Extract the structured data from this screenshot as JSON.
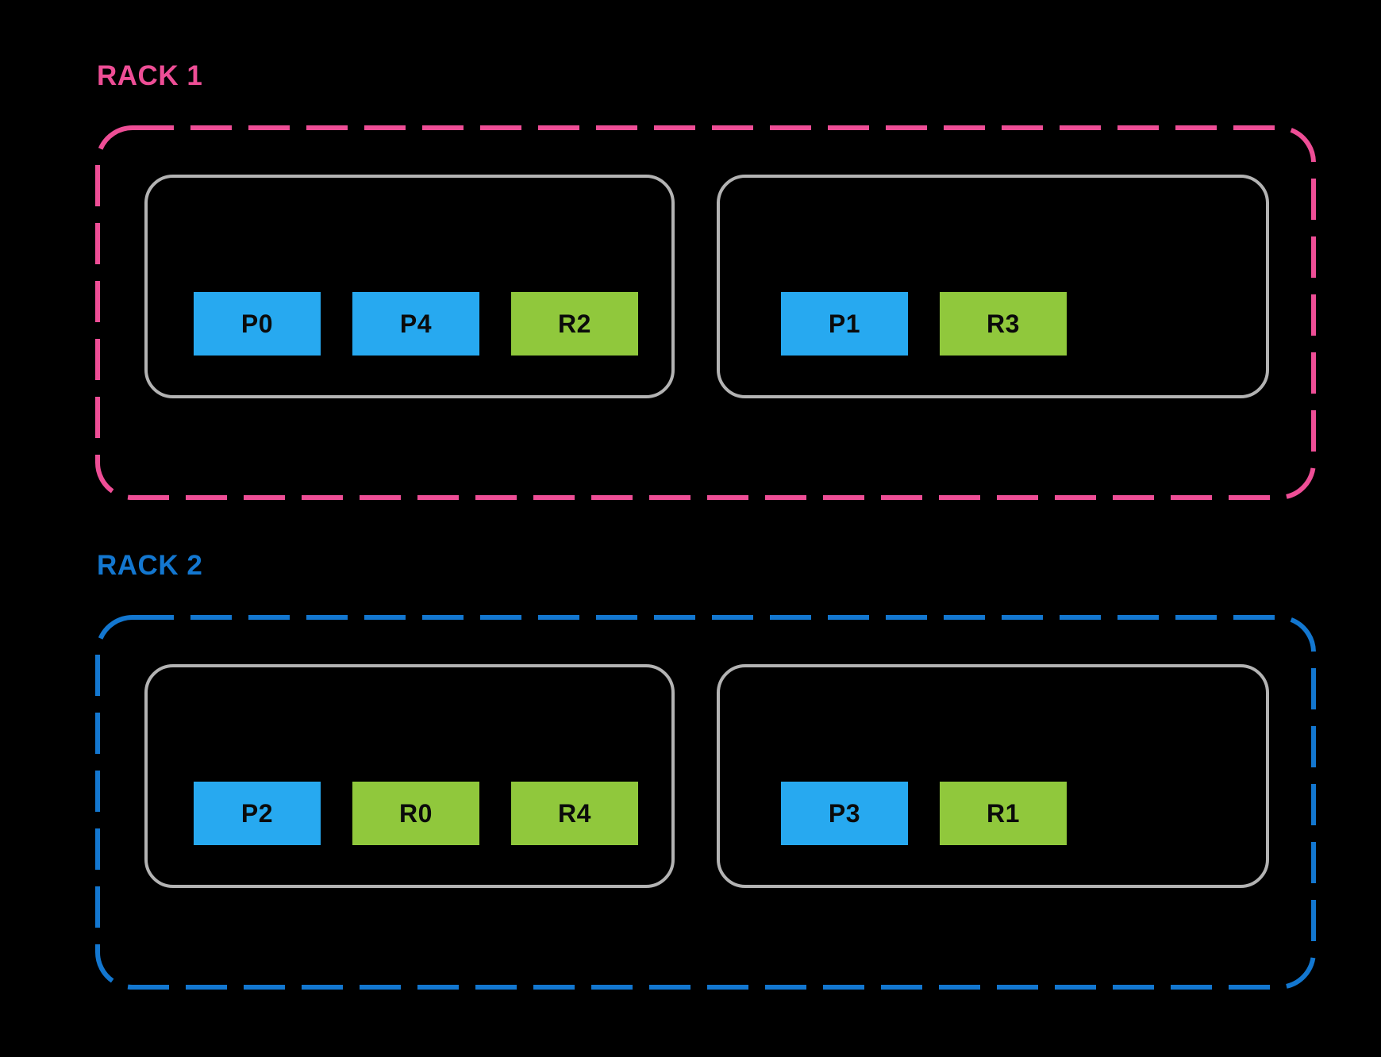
{
  "palette": {
    "background": "#000000",
    "rack1_accent": "#EE4E96",
    "rack2_accent": "#1377D0",
    "primary_box_fill": "#27A9F0",
    "replica_box_fill": "#90C83C",
    "node_border": "#B3B3B3",
    "box_text": "#0B0B0B"
  },
  "racks": [
    {
      "label": "RACK 1",
      "accent": "#EE4E96",
      "nodes": [
        {
          "boxes": [
            {
              "label": "P0",
              "type": "primary"
            },
            {
              "label": "P4",
              "type": "primary"
            },
            {
              "label": "R2",
              "type": "replica"
            }
          ]
        },
        {
          "boxes": [
            {
              "label": "P1",
              "type": "primary"
            },
            {
              "label": "R3",
              "type": "replica"
            }
          ]
        }
      ]
    },
    {
      "label": "RACK 2",
      "accent": "#1377D0",
      "nodes": [
        {
          "boxes": [
            {
              "label": "P2",
              "type": "primary"
            },
            {
              "label": "R0",
              "type": "replica"
            },
            {
              "label": "R4",
              "type": "replica"
            }
          ]
        },
        {
          "boxes": [
            {
              "label": "P3",
              "type": "primary"
            },
            {
              "label": "R1",
              "type": "replica"
            }
          ]
        }
      ]
    }
  ]
}
